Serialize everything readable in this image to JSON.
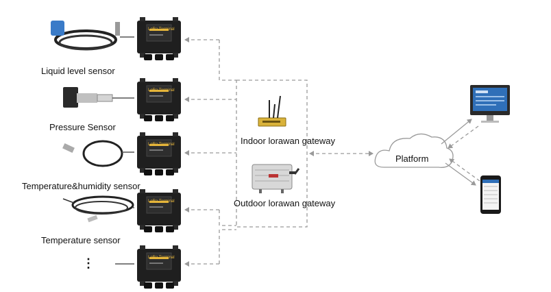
{
  "sensors": [
    {
      "label": "Liquid level sensor",
      "icon": "liquid-level-sensor-icon"
    },
    {
      "label": "Pressure Sensor",
      "icon": "pressure-sensor-icon"
    },
    {
      "label": "Temperature&humidity sensor",
      "icon": "temp-humidity-sensor-icon"
    },
    {
      "label": "Temperature sensor",
      "icon": "temperature-sensor-icon"
    }
  ],
  "more_symbol": "⋮",
  "terminal": {
    "brand": "LoRa Terminal"
  },
  "gateways": {
    "indoor": "Indoor lorawan gateway",
    "outdoor": "Outdoor lorawan gateway"
  },
  "platform": "Platform",
  "colors": {
    "connector": "#9a9a9a",
    "terminal_body": "#1f1f1f",
    "terminal_label": "#e5b53a",
    "gateway": "#d8d8d8",
    "cloud": "#ffffff"
  }
}
